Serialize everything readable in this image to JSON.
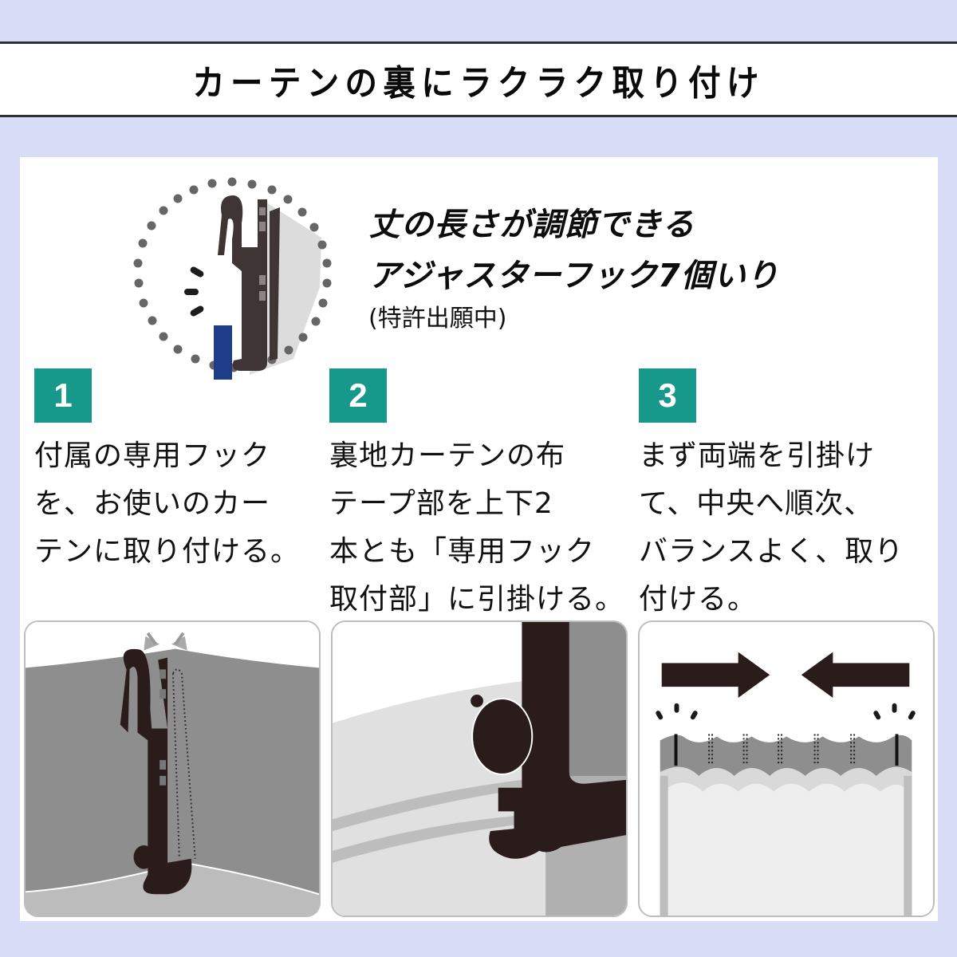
{
  "header": {
    "title": "カーテンの裏にラクラク取り付け"
  },
  "feature": {
    "line1": "丈の長さが調節できる",
    "line2": "アジャスターフック7個いり",
    "note": "(特許出願中)",
    "icon": "adjuster-hook-icon"
  },
  "steps": [
    {
      "number": "1",
      "lines": [
        "付属の専用フック",
        "を、お使いのカー",
        "テンに取り付ける。"
      ],
      "illustration": "hook-on-curtain"
    },
    {
      "number": "2",
      "lines": [
        "裏地カーテンの布",
        "テープ部を上下2",
        "本とも「専用フック",
        "取付部」に引掛ける。"
      ],
      "illustration": "hook-tape-closeup"
    },
    {
      "number": "3",
      "lines": [
        "まず両端を引掛け",
        "て、中央へ順次、",
        "バランスよく、取り",
        "付ける。"
      ],
      "illustration": "curtain-arrows-center"
    }
  ],
  "colors": {
    "background": "#d9dcf7",
    "badge": "#16998a",
    "hook": "#2a1c1a",
    "border": "#2e3136"
  }
}
